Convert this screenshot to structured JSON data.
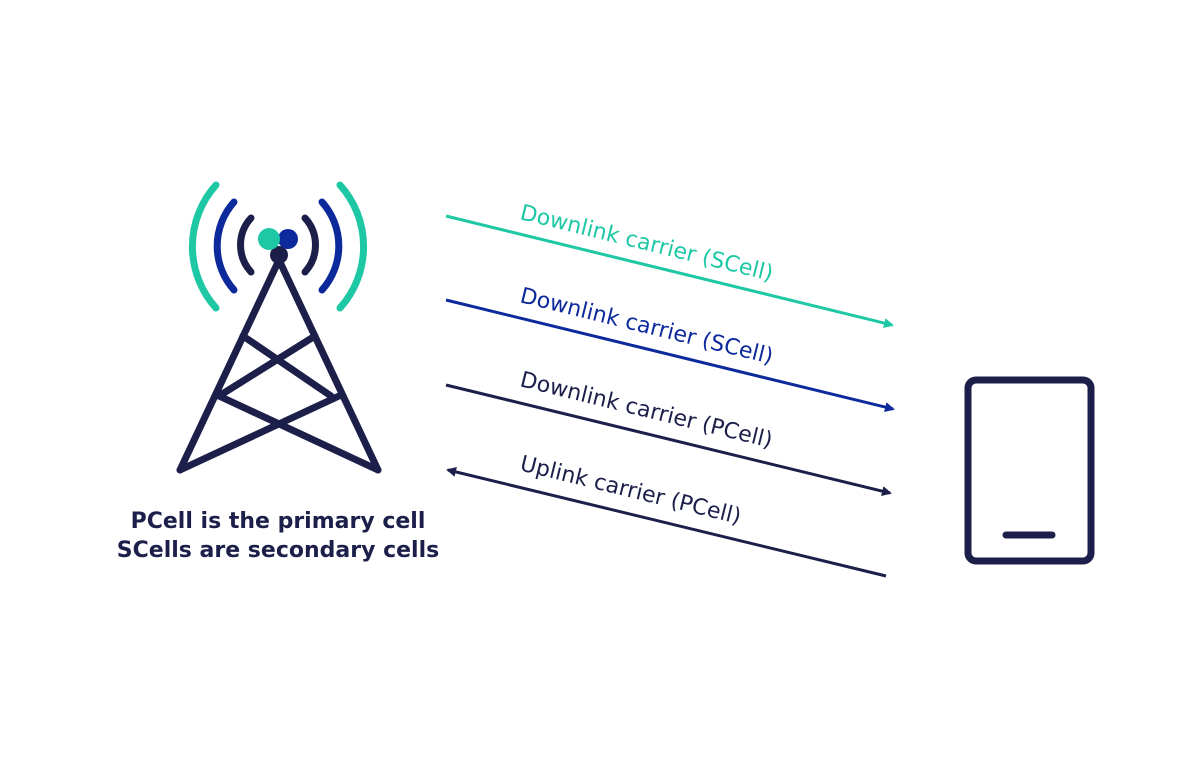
{
  "colors": {
    "teal": "#1ec8a5",
    "blue": "#0d2a9c",
    "navy": "#1c1f4a",
    "background": "#ffffff"
  },
  "tower": {
    "name": "base-station",
    "caption_lines": [
      "PCell is the primary cell",
      "SCells are secondary cells"
    ]
  },
  "device": {
    "name": "user-equipment"
  },
  "carriers": [
    {
      "label": "Downlink carrier (SCell)",
      "direction": "downlink",
      "color": "teal"
    },
    {
      "label": "Downlink carrier (SCell)",
      "direction": "downlink",
      "color": "blue"
    },
    {
      "label": "Downlink carrier (PCell)",
      "direction": "downlink",
      "color": "navy"
    },
    {
      "label": "Uplink carrier (PCell)",
      "direction": "uplink",
      "color": "navy"
    }
  ]
}
